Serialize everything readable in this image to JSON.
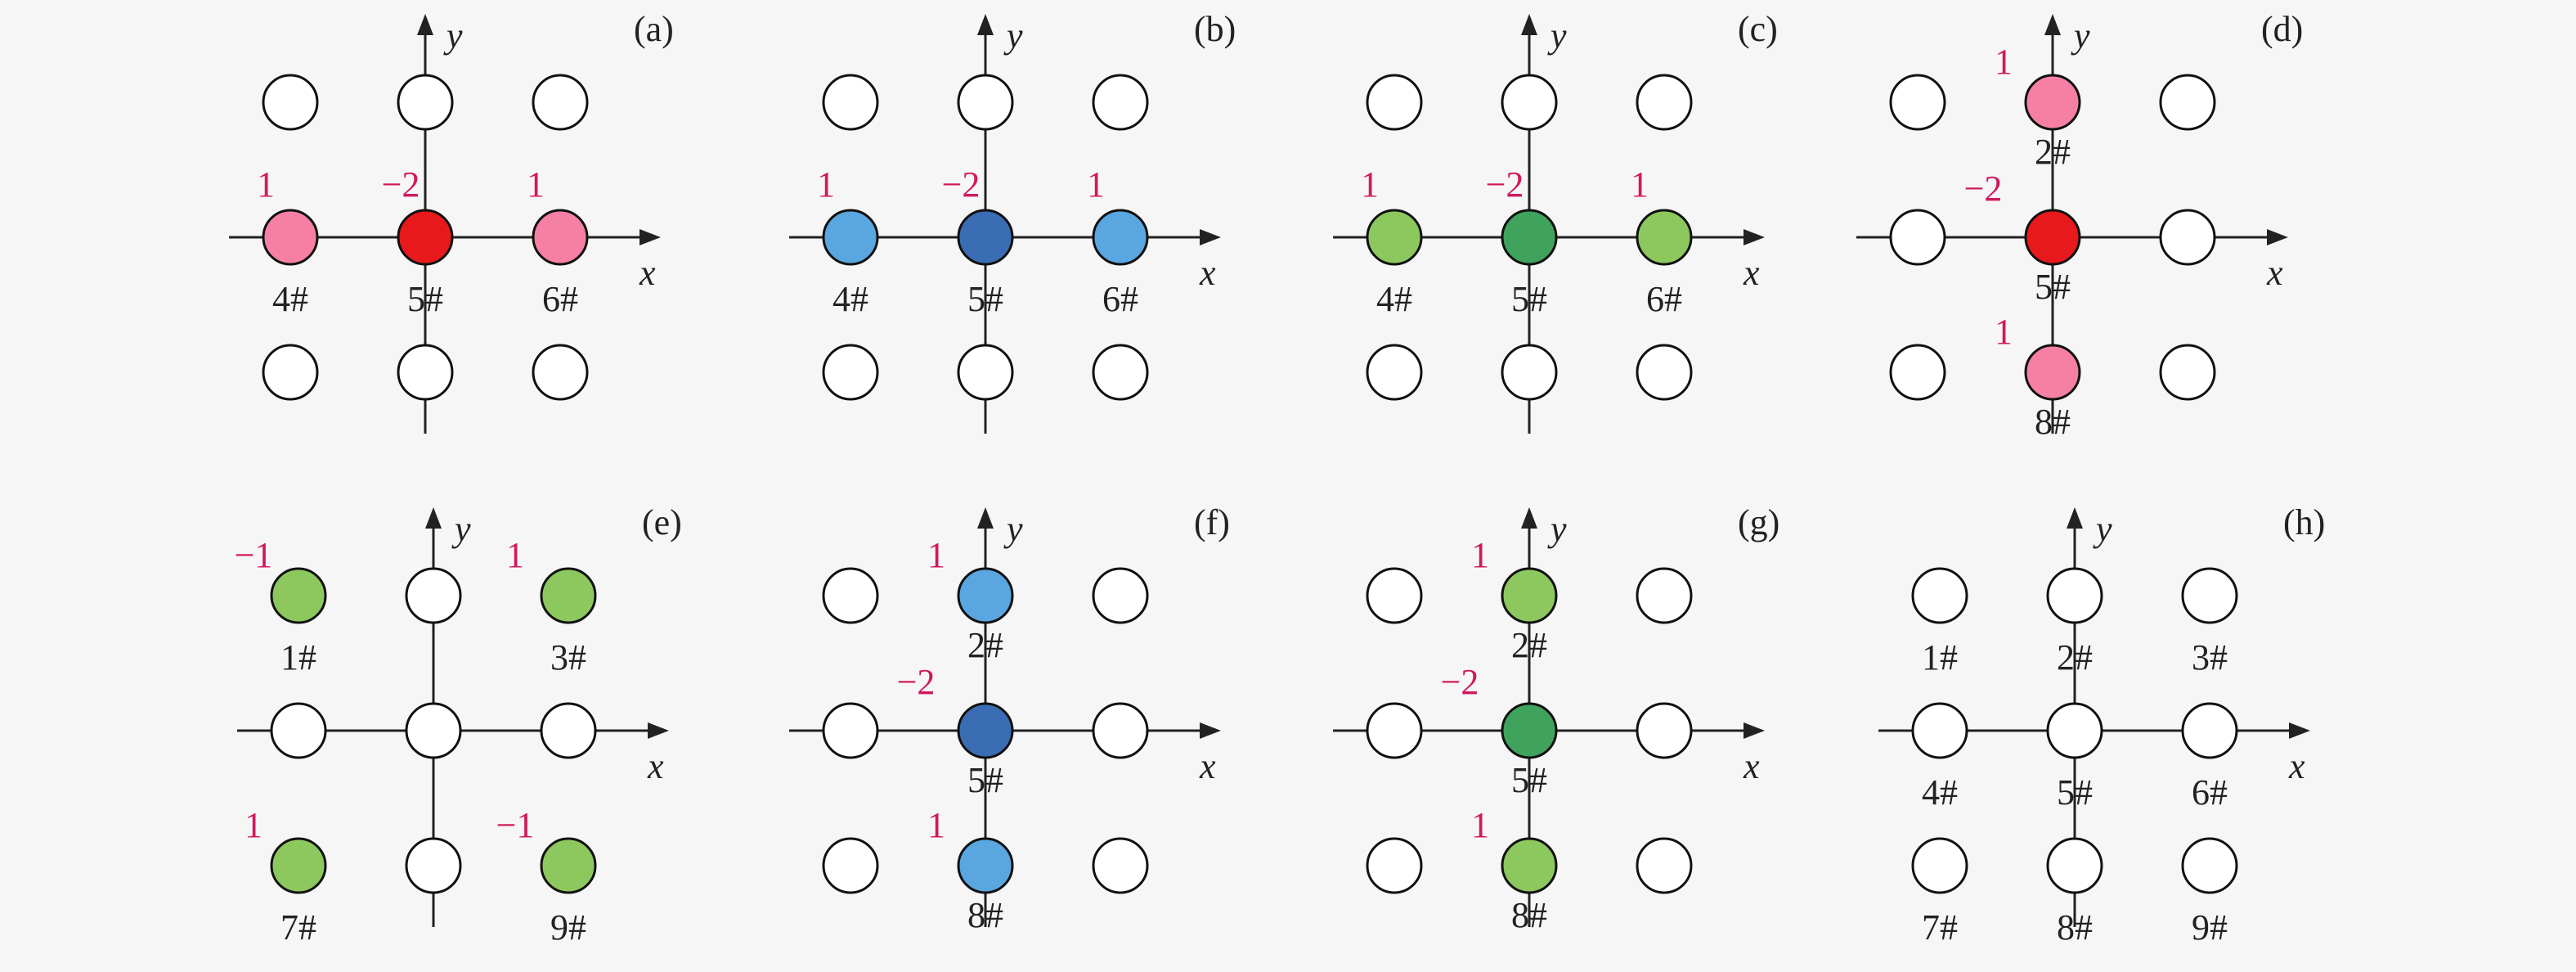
{
  "colors": {
    "empty": "#ffffff",
    "pink": "#f680a4",
    "red": "#e8191c",
    "light_blue": "#5aa6e0",
    "dark_blue": "#3a6db4",
    "light_green": "#8cc85e",
    "dark_green": "#3fa35d",
    "coefficient_text": "#d0195e"
  },
  "axis_labels": {
    "x": "x",
    "y": "y"
  },
  "panels": [
    {
      "tag": "(a)",
      "cells": [
        {
          "id": 4,
          "color": "pink",
          "coef": "1",
          "label": "4#"
        },
        {
          "id": 5,
          "color": "red",
          "coef": "−2",
          "label": "5#"
        },
        {
          "id": 6,
          "color": "pink",
          "coef": "1",
          "label": "6#"
        }
      ]
    },
    {
      "tag": "(b)",
      "cells": [
        {
          "id": 4,
          "color": "light_blue",
          "coef": "1",
          "label": "4#"
        },
        {
          "id": 5,
          "color": "dark_blue",
          "coef": "−2",
          "label": "5#"
        },
        {
          "id": 6,
          "color": "light_blue",
          "coef": "1",
          "label": "6#"
        }
      ]
    },
    {
      "tag": "(c)",
      "cells": [
        {
          "id": 4,
          "color": "light_green",
          "coef": "1",
          "label": "4#"
        },
        {
          "id": 5,
          "color": "dark_green",
          "coef": "−2",
          "label": "5#"
        },
        {
          "id": 6,
          "color": "light_green",
          "coef": "1",
          "label": "6#"
        }
      ]
    },
    {
      "tag": "(d)",
      "cells": [
        {
          "id": 2,
          "color": "pink",
          "coef": "1",
          "label": "2#"
        },
        {
          "id": 5,
          "color": "red",
          "coef": "−2",
          "label": "5#"
        },
        {
          "id": 8,
          "color": "pink",
          "coef": "1",
          "label": "8#"
        }
      ]
    },
    {
      "tag": "(e)",
      "cells": [
        {
          "id": 1,
          "color": "light_green",
          "coef": "−1",
          "label": "1#"
        },
        {
          "id": 3,
          "color": "light_green",
          "coef": "1",
          "label": "3#"
        },
        {
          "id": 7,
          "color": "light_green",
          "coef": "1",
          "label": "7#"
        },
        {
          "id": 9,
          "color": "light_green",
          "coef": "−1",
          "label": "9#"
        }
      ]
    },
    {
      "tag": "(f)",
      "cells": [
        {
          "id": 2,
          "color": "light_blue",
          "coef": "1",
          "label": "2#"
        },
        {
          "id": 5,
          "color": "dark_blue",
          "coef": "−2",
          "label": "5#"
        },
        {
          "id": 8,
          "color": "light_blue",
          "coef": "1",
          "label": "8#"
        }
      ]
    },
    {
      "tag": "(g)",
      "cells": [
        {
          "id": 2,
          "color": "light_green",
          "coef": "1",
          "label": "2#"
        },
        {
          "id": 5,
          "color": "dark_green",
          "coef": "−2",
          "label": "5#"
        },
        {
          "id": 8,
          "color": "light_green",
          "coef": "1",
          "label": "8#"
        }
      ]
    },
    {
      "tag": "(h)",
      "cells": [
        {
          "id": 1,
          "color": "empty",
          "coef": "",
          "label": "1#"
        },
        {
          "id": 2,
          "color": "empty",
          "coef": "",
          "label": "2#"
        },
        {
          "id": 3,
          "color": "empty",
          "coef": "",
          "label": "3#"
        },
        {
          "id": 4,
          "color": "empty",
          "coef": "",
          "label": "4#"
        },
        {
          "id": 5,
          "color": "empty",
          "coef": "",
          "label": "5#"
        },
        {
          "id": 6,
          "color": "empty",
          "coef": "",
          "label": "6#"
        },
        {
          "id": 7,
          "color": "empty",
          "coef": "",
          "label": "7#"
        },
        {
          "id": 8,
          "color": "empty",
          "coef": "",
          "label": "8#"
        },
        {
          "id": 9,
          "color": "empty",
          "coef": "",
          "label": "9#"
        }
      ]
    }
  ]
}
